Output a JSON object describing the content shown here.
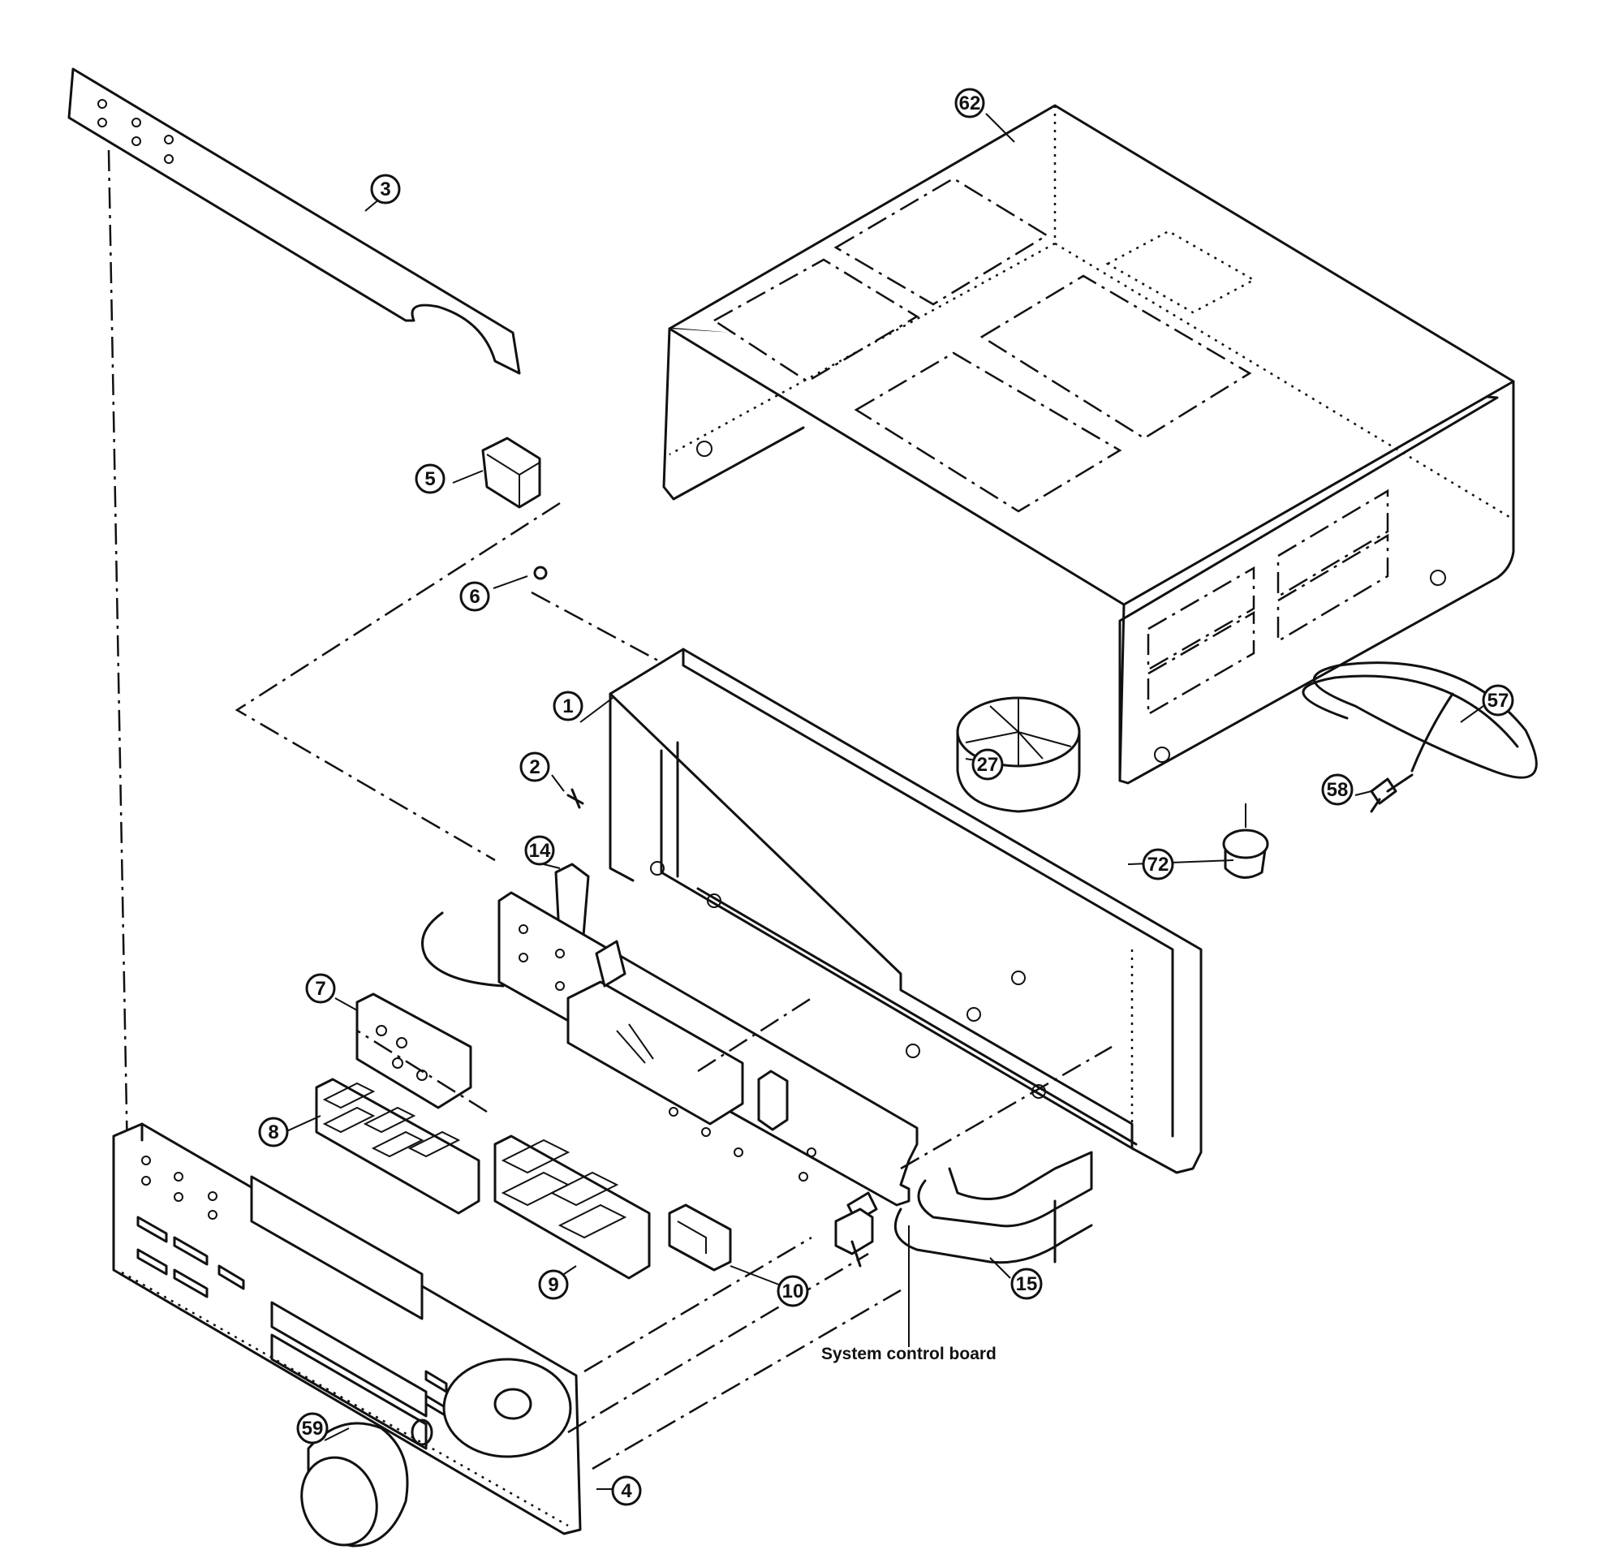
{
  "diagram": {
    "callouts": [
      {
        "id": "1",
        "label": "1"
      },
      {
        "id": "2",
        "label": "2"
      },
      {
        "id": "3",
        "label": "3"
      },
      {
        "id": "4",
        "label": "4"
      },
      {
        "id": "5",
        "label": "5"
      },
      {
        "id": "6",
        "label": "6"
      },
      {
        "id": "7",
        "label": "7"
      },
      {
        "id": "8",
        "label": "8"
      },
      {
        "id": "9",
        "label": "9"
      },
      {
        "id": "10",
        "label": "10"
      },
      {
        "id": "14",
        "label": "14"
      },
      {
        "id": "15",
        "label": "15"
      },
      {
        "id": "27",
        "label": "27"
      },
      {
        "id": "57",
        "label": "57"
      },
      {
        "id": "58",
        "label": "58"
      },
      {
        "id": "59",
        "label": "59"
      },
      {
        "id": "62",
        "label": "62"
      },
      {
        "id": "72",
        "label": "72"
      }
    ],
    "board_label": "System control board"
  }
}
